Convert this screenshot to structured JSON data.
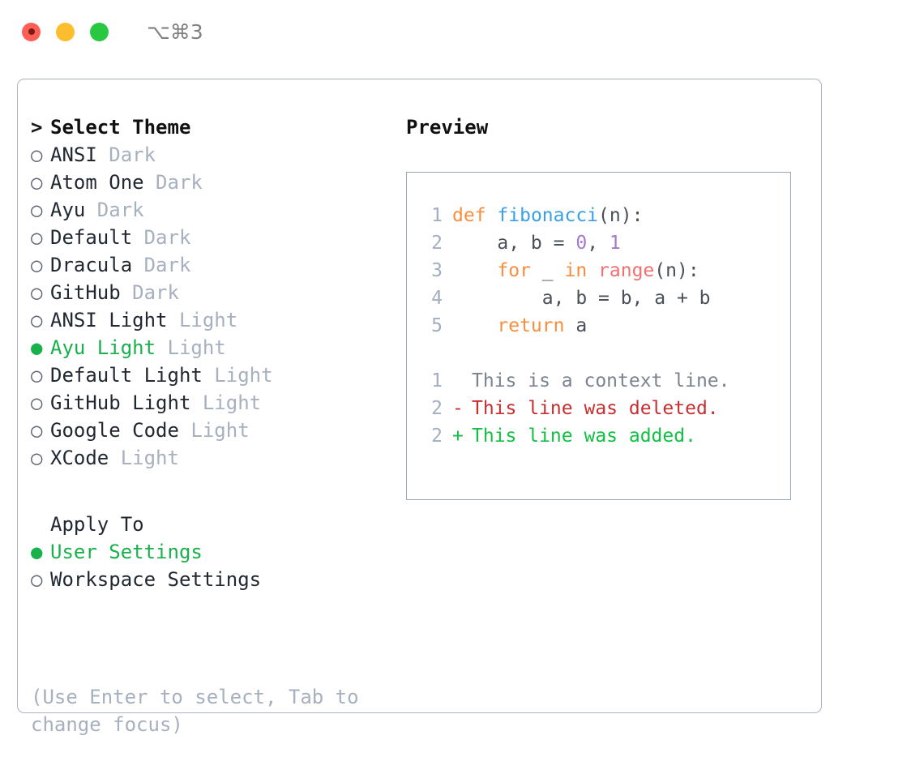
{
  "window": {
    "shortcut": "⌥⌘3",
    "traffic_lights": [
      "close",
      "minimize",
      "maximize"
    ]
  },
  "left": {
    "heading": {
      "caret": ">",
      "text": "Select Theme"
    },
    "marker_selected": "●",
    "marker_unselected": "○",
    "themes": [
      {
        "name": "ANSI",
        "variant": "Dark",
        "selected": false
      },
      {
        "name": "Atom One",
        "variant": "Dark",
        "selected": false
      },
      {
        "name": "Ayu",
        "variant": "Dark",
        "selected": false
      },
      {
        "name": "Default",
        "variant": "Dark",
        "selected": false
      },
      {
        "name": "Dracula",
        "variant": "Dark",
        "selected": false
      },
      {
        "name": "GitHub",
        "variant": "Dark",
        "selected": false
      },
      {
        "name": "ANSI Light",
        "variant": "Light",
        "selected": false
      },
      {
        "name": "Ayu Light",
        "variant": "Light",
        "selected": true
      },
      {
        "name": "Default Light",
        "variant": "Light",
        "selected": false
      },
      {
        "name": "GitHub Light",
        "variant": "Light",
        "selected": false
      },
      {
        "name": "Google Code",
        "variant": "Light",
        "selected": false
      },
      {
        "name": "XCode",
        "variant": "Light",
        "selected": false
      }
    ],
    "apply_to": {
      "heading": "Apply To",
      "options": [
        {
          "name": "User Settings",
          "selected": true
        },
        {
          "name": "Workspace Settings",
          "selected": false
        }
      ]
    },
    "hint": "(Use Enter to select, Tab to change focus)"
  },
  "right": {
    "title": "Preview",
    "code": [
      {
        "lineno": "1",
        "tokens": [
          {
            "t": "def",
            "c": "kw"
          },
          {
            "t": " ",
            "c": "txt"
          },
          {
            "t": "fibonacci",
            "c": "fn"
          },
          {
            "t": "(n):",
            "c": "txt"
          }
        ]
      },
      {
        "lineno": "2",
        "tokens": [
          {
            "t": "    a, b = ",
            "c": "txt"
          },
          {
            "t": "0",
            "c": "num"
          },
          {
            "t": ", ",
            "c": "txt"
          },
          {
            "t": "1",
            "c": "num"
          }
        ]
      },
      {
        "lineno": "3",
        "tokens": [
          {
            "t": "    ",
            "c": "txt"
          },
          {
            "t": "for",
            "c": "kw"
          },
          {
            "t": " _ ",
            "c": "txt"
          },
          {
            "t": "in",
            "c": "kw"
          },
          {
            "t": " ",
            "c": "txt"
          },
          {
            "t": "range",
            "c": "bi"
          },
          {
            "t": "(n):",
            "c": "txt"
          }
        ]
      },
      {
        "lineno": "4",
        "tokens": [
          {
            "t": "        a, b = b, a + b",
            "c": "txt"
          }
        ]
      },
      {
        "lineno": "5",
        "tokens": [
          {
            "t": "    ",
            "c": "txt"
          },
          {
            "t": "return",
            "c": "kw"
          },
          {
            "t": " a",
            "c": "txt"
          }
        ]
      }
    ],
    "diff": [
      {
        "lineno": "1",
        "sign": " ",
        "text": "This is a context line.",
        "kind": "ctx"
      },
      {
        "lineno": "2",
        "sign": "-",
        "text": "This line was deleted.",
        "kind": "del"
      },
      {
        "lineno": "2",
        "sign": "+",
        "text": "This line was added.",
        "kind": "add"
      }
    ]
  },
  "colors": {
    "accent_green": "#18b14b",
    "dim_text": "#a6b0be",
    "panel_border": "#aab4c4",
    "preview_border": "#9aa7b8",
    "kw_orange": "#fa8d3e",
    "fn_blue": "#39a0e8",
    "num_purple": "#a37acc",
    "builtin_red": "#f07171",
    "diff_delete": "#c62f2f",
    "diff_add": "#12c043",
    "lineno": "#a3aec0"
  }
}
